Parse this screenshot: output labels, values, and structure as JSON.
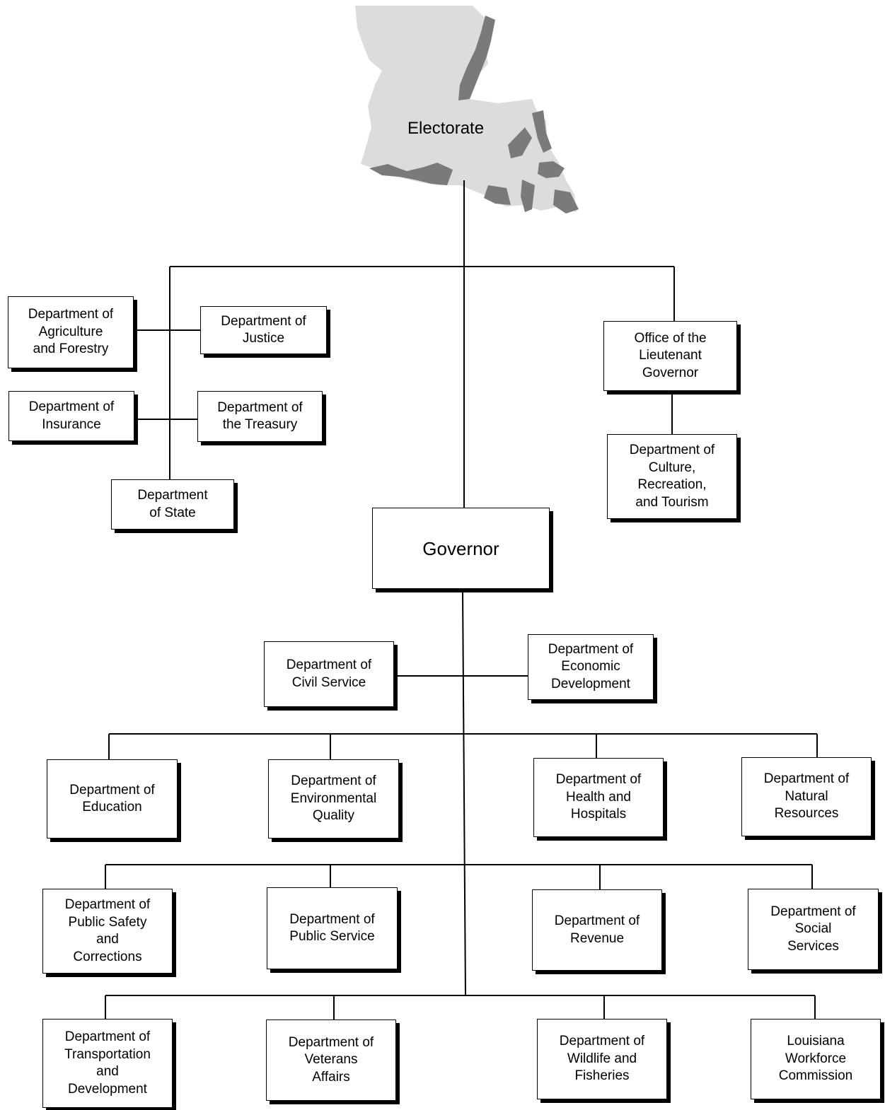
{
  "electorate": {
    "label": "Electorate",
    "map_icon": "louisiana-state-map-icon",
    "map_color": "#dcdcdc",
    "coast_color": "#7a7a7a"
  },
  "governor": {
    "label": "Governor"
  },
  "elected_officials": {
    "agriculture": "Department of\nAgriculture\nand Forestry",
    "justice": "Department of\nJustice",
    "insurance": "Department of\nInsurance",
    "treasury": "Department of\nthe Treasury",
    "state": "Department\nof State",
    "lt_governor": "Office of the\nLieutenant\nGovernor",
    "culture": "Department of\nCulture,\nRecreation,\nand Tourism"
  },
  "governor_departments": {
    "civil_service": "Department of\nCivil Service",
    "economic_development": "Department of\nEconomic\nDevelopment",
    "education": "Department of\nEducation",
    "environmental_quality": "Department of\nEnvironmental\nQuality",
    "health": "Department of\nHealth and\nHospitals",
    "natural_resources": "Department of\nNatural\nResources",
    "public_safety": "Department of\nPublic Safety\nand\nCorrections",
    "public_service": "Department of\nPublic Service",
    "revenue": "Department of\nRevenue",
    "social_services": "Department of\nSocial\nServices",
    "transportation": "Department of\nTransportation\nand\nDevelopment",
    "veterans": "Department of\nVeterans\nAffairs",
    "wildlife": "Department of\nWildlife and\nFisheries",
    "workforce": "Louisiana\nWorkforce\nCommission"
  }
}
